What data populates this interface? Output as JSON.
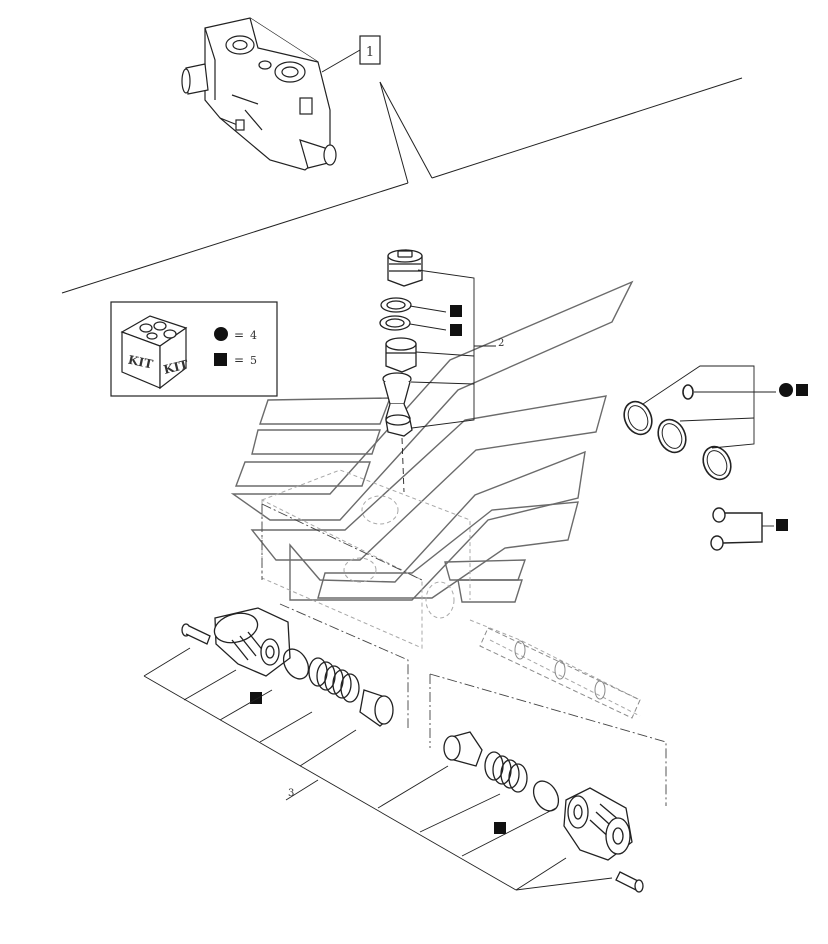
{
  "callouts": {
    "ref_1": "1",
    "ref_2": "2",
    "ref_3": "3"
  },
  "kit_legend": {
    "kit_word_left": "KIT",
    "kit_word_right": "KIT",
    "circle_eq": "=",
    "circle_value": "4",
    "square_eq": "=",
    "square_value": "5"
  },
  "colors": {
    "line": "#222222",
    "faint": "#9a9a9a",
    "marker": "#111111"
  }
}
